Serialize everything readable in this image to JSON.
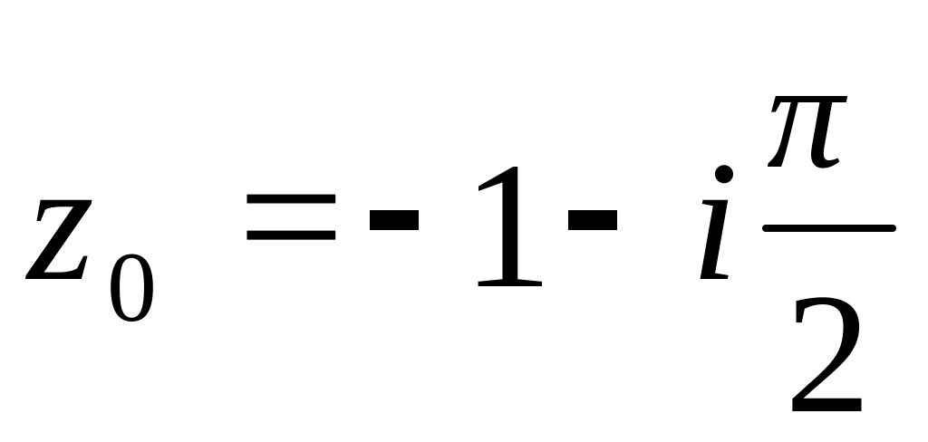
{
  "formula": {
    "variable": "z",
    "subscript": "0",
    "equals": "=",
    "minus_1": "-",
    "one": "1",
    "minus_2": "-",
    "imaginary": "i",
    "numerator": "π",
    "denominator": "2"
  }
}
